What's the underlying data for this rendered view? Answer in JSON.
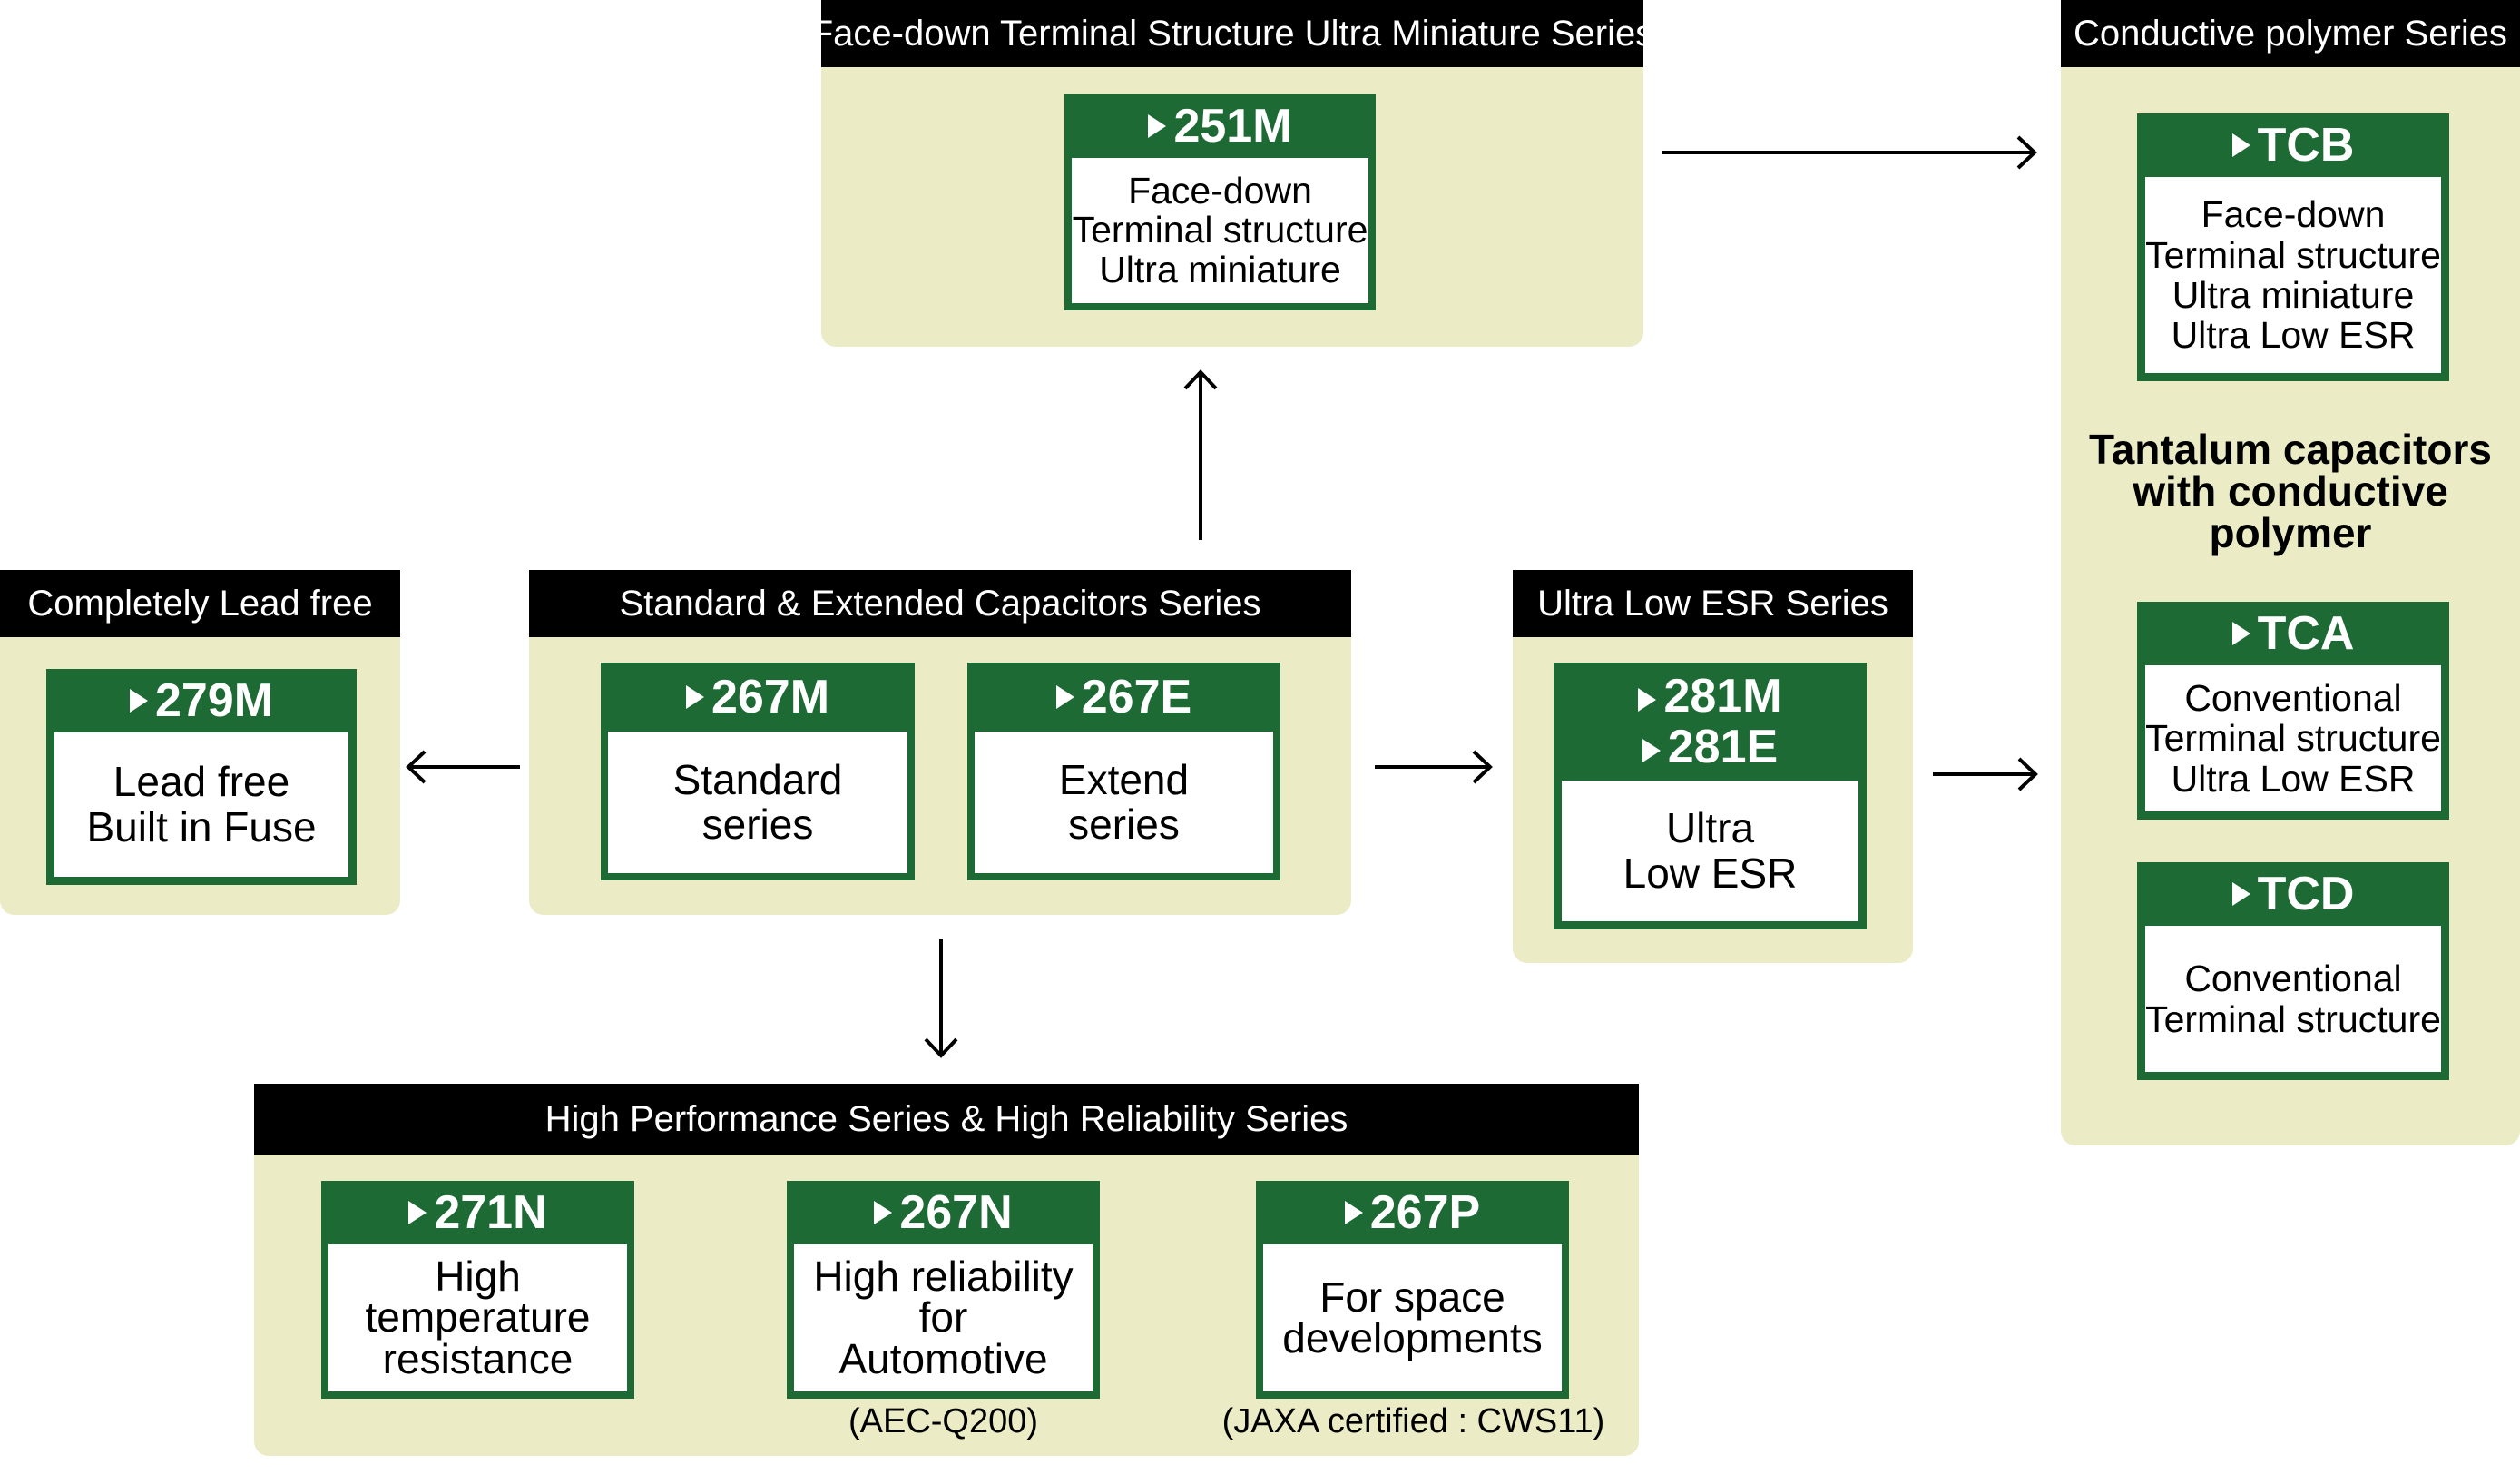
{
  "colors": {
    "panel": "#ebebc5",
    "header": "#000000",
    "card": "#1d6a35",
    "text": "#000000"
  },
  "top_panel": {
    "title": "Face-down Terminal Structure Ultra Miniature Series",
    "cards": [
      {
        "code": "251M",
        "lines": [
          "Face-down",
          "Terminal structure",
          "Ultra miniature"
        ]
      }
    ]
  },
  "lead_free_panel": {
    "title": "Completely Lead free",
    "cards": [
      {
        "code": "279M",
        "lines": [
          "Lead free",
          "Built in Fuse"
        ]
      }
    ]
  },
  "standard_panel": {
    "title": "Standard & Extended Capacitors Series",
    "cards": [
      {
        "code": "267M",
        "lines": [
          "Standard",
          "series"
        ]
      },
      {
        "code": "267E",
        "lines": [
          "Extend",
          "series"
        ]
      }
    ]
  },
  "ultra_low_esr_panel": {
    "title": "Ultra Low ESR Series",
    "cards": [
      {
        "codes": [
          "281M",
          "281E"
        ],
        "lines": [
          "Ultra",
          "Low ESR"
        ]
      }
    ]
  },
  "polymer_panel": {
    "title": "Conductive polymer Series",
    "description": [
      "Tantalum capacitors",
      "with conductive",
      "polymer"
    ],
    "cards": [
      {
        "code": "TCB",
        "lines": [
          "Face-down",
          "Terminal structure",
          "Ultra miniature",
          "Ultra Low ESR"
        ]
      },
      {
        "code": "TCA",
        "lines": [
          "Conventional",
          "Terminal  structure",
          "Ultra Low ESR"
        ]
      },
      {
        "code": "TCD",
        "lines": [
          "Conventional",
          "Terminal  structure"
        ]
      }
    ]
  },
  "high_perf_panel": {
    "title": "High Performance Series & High Reliability Series",
    "cards": [
      {
        "code": "271N",
        "lines": [
          "High",
          "temperature",
          "resistance"
        ]
      },
      {
        "code": "267N",
        "lines": [
          "High reliability",
          "for",
          "Automotive"
        ],
        "note": "(AEC-Q200)"
      },
      {
        "code": "267P",
        "lines": [
          "For space",
          "developments"
        ],
        "note": "(JAXA certified : CWS11)"
      }
    ]
  }
}
